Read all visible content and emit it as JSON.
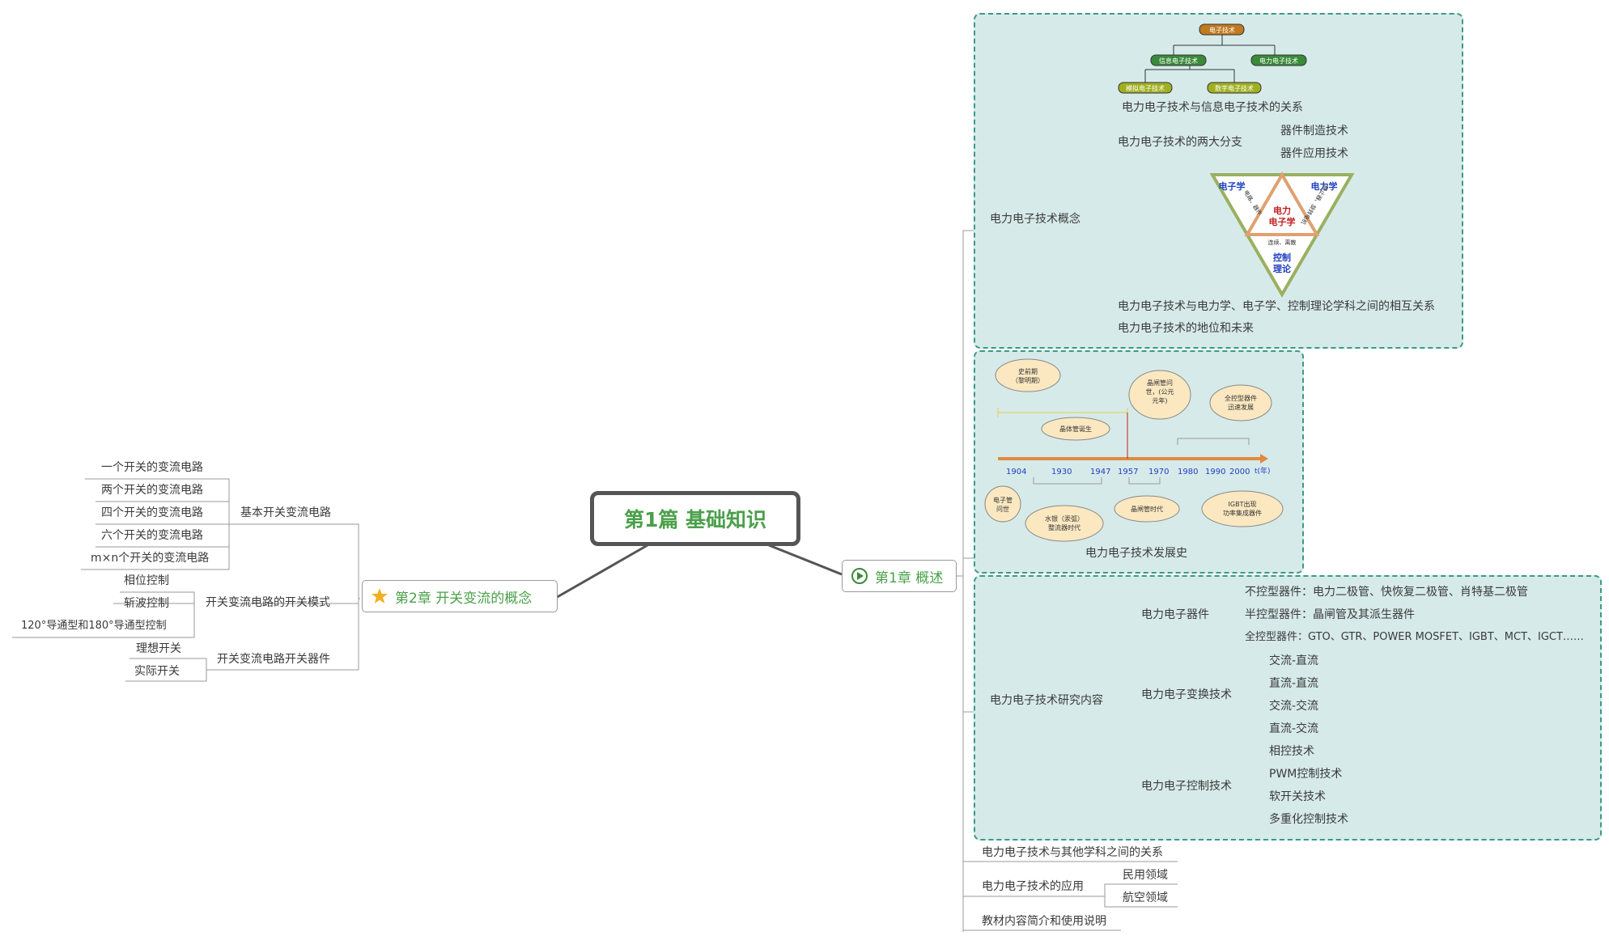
{
  "root": {
    "label": "第1篇  基础知识"
  },
  "chapter1": {
    "label": "第1章  概述",
    "concept": {
      "label": "电力电子技术概念",
      "relation_info": "电力电子技术与信息电子技术的关系",
      "two_branches": "电力电子技术的两大分支",
      "branch_items": [
        "器件制造技术",
        "器件应用技术"
      ],
      "relation_disciplines": "电力电子技术与电力学、电子学、控制理论学科之间的相互关系",
      "status_future": "电力电子技术的地位和未来",
      "tree_image": {
        "top": "电子技术",
        "mid": [
          "信息电子技术",
          "电力电子技术"
        ],
        "bottom": [
          "模拟电子技术",
          "数字电子技术"
        ]
      },
      "triangle_image": {
        "left": "电子学",
        "right": "电力学",
        "center": "电力\n电子学",
        "bottom": "控制\n理论",
        "edge_left": "电路、器件",
        "edge_right": "静止器、旋转电机",
        "edge_bottom": "连续、离散"
      }
    },
    "history": {
      "label": "电力电子技术发展史",
      "years": [
        "1904",
        "1930",
        "1947",
        "1957",
        "1970",
        "1980",
        "1990",
        "2000"
      ],
      "axis_unit": "t(年)",
      "bubbles": [
        "史前期\n（黎明期）",
        "晶体管诞生",
        "晶闸管问\n世，(公元\n元年)",
        "全控型器件\n迅速发展",
        "电子管\n问世",
        "水银（汞弧）\n整流器时代",
        "晶闸管时代",
        "IGBT出现\n功率集成器件"
      ]
    },
    "research": {
      "label": "电力电子技术研究内容",
      "devices": {
        "label": "电力电子器件",
        "items": [
          "不控型器件：电力二极管、快恢复二极管、肖特基二极管",
          "半控型器件：晶闸管及其派生器件",
          "全控型器件：GTO、GTR、POWER MOSFET、IGBT、MCT、IGCT……"
        ]
      },
      "conversion": {
        "label": "电力电子变换技术",
        "items": [
          "交流-直流",
          "直流-直流",
          "交流-交流",
          "直流-交流"
        ]
      },
      "control": {
        "label": "电力电子控制技术",
        "items": [
          "相控技术",
          "PWM控制技术",
          "软开关技术",
          "多重化控制技术"
        ]
      }
    },
    "relation_other": "电力电子技术与其他学科之间的关系",
    "application": {
      "label": "电力电子技术的应用",
      "items": [
        "民用领域",
        "航空领域"
      ]
    },
    "textbook": "教材内容简介和使用说明"
  },
  "chapter2": {
    "label": "第2章  开关变流的概念",
    "basic": {
      "label": "基本开关变流电路",
      "items": [
        "一个开关的变流电路",
        "两个开关的变流电路",
        "四个开关的变流电路",
        "六个开关的变流电路",
        "m×n个开关的变流电路"
      ]
    },
    "modes": {
      "label": "开关变流电路的开关模式",
      "items": [
        "相位控制",
        "斩波控制",
        "120°导通型和180°导通型控制"
      ]
    },
    "devices": {
      "label": "开关变流电路开关器件",
      "items": [
        "理想开关",
        "实际开关"
      ]
    }
  },
  "colors": {
    "group_fill": "#d7eaea",
    "group_border": "#3a9a86",
    "text_green": "#4aa04a",
    "line": "#9a9a9a",
    "star": "#f0b020"
  },
  "icons": {
    "chapter1": "play-circle-icon",
    "chapter2": "star-icon"
  }
}
